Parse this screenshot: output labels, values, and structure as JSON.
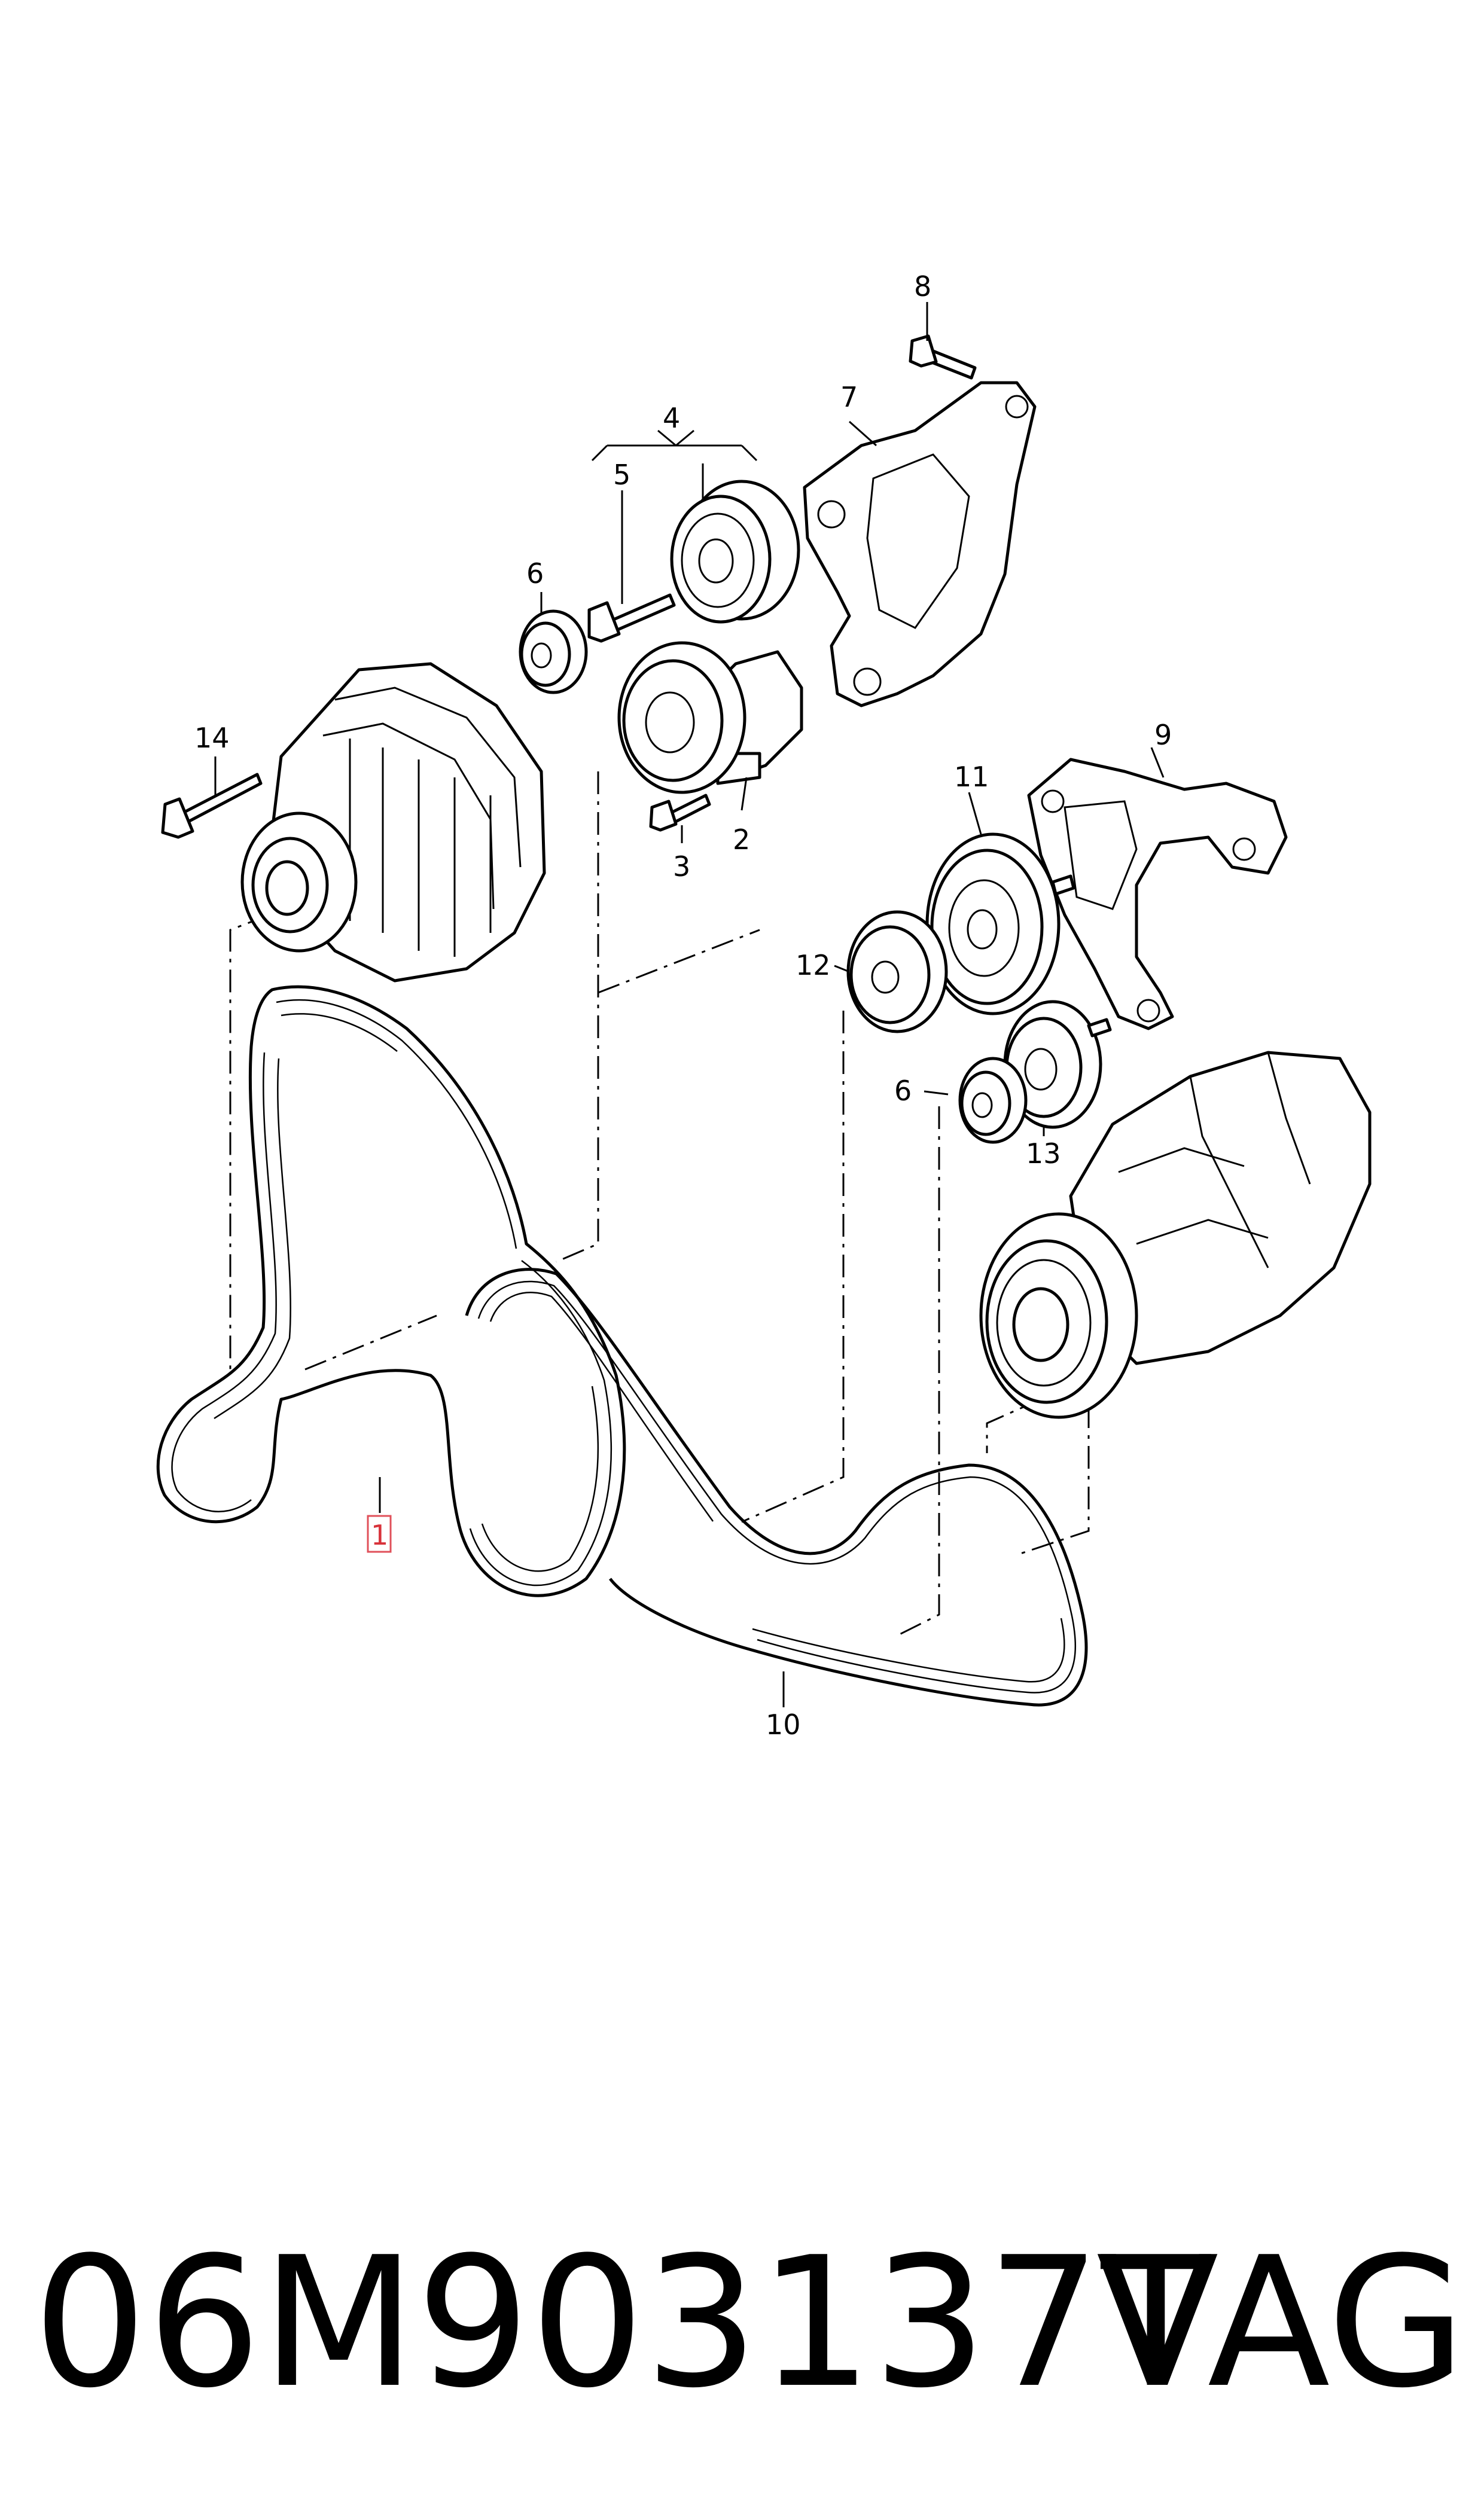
{
  "callouts": {
    "c1": "1",
    "c2": "2",
    "c3": "3",
    "c4": "4",
    "c5": "5",
    "c6a": "6",
    "c6b": "6",
    "c7": "7",
    "c8": "8",
    "c9": "9",
    "c10": "10",
    "c11": "11",
    "c12": "12",
    "c13": "13",
    "c14": "14"
  },
  "highlight_color": "#d8323a",
  "footer": {
    "part_number": "06M903137T",
    "brand": "VAG"
  }
}
